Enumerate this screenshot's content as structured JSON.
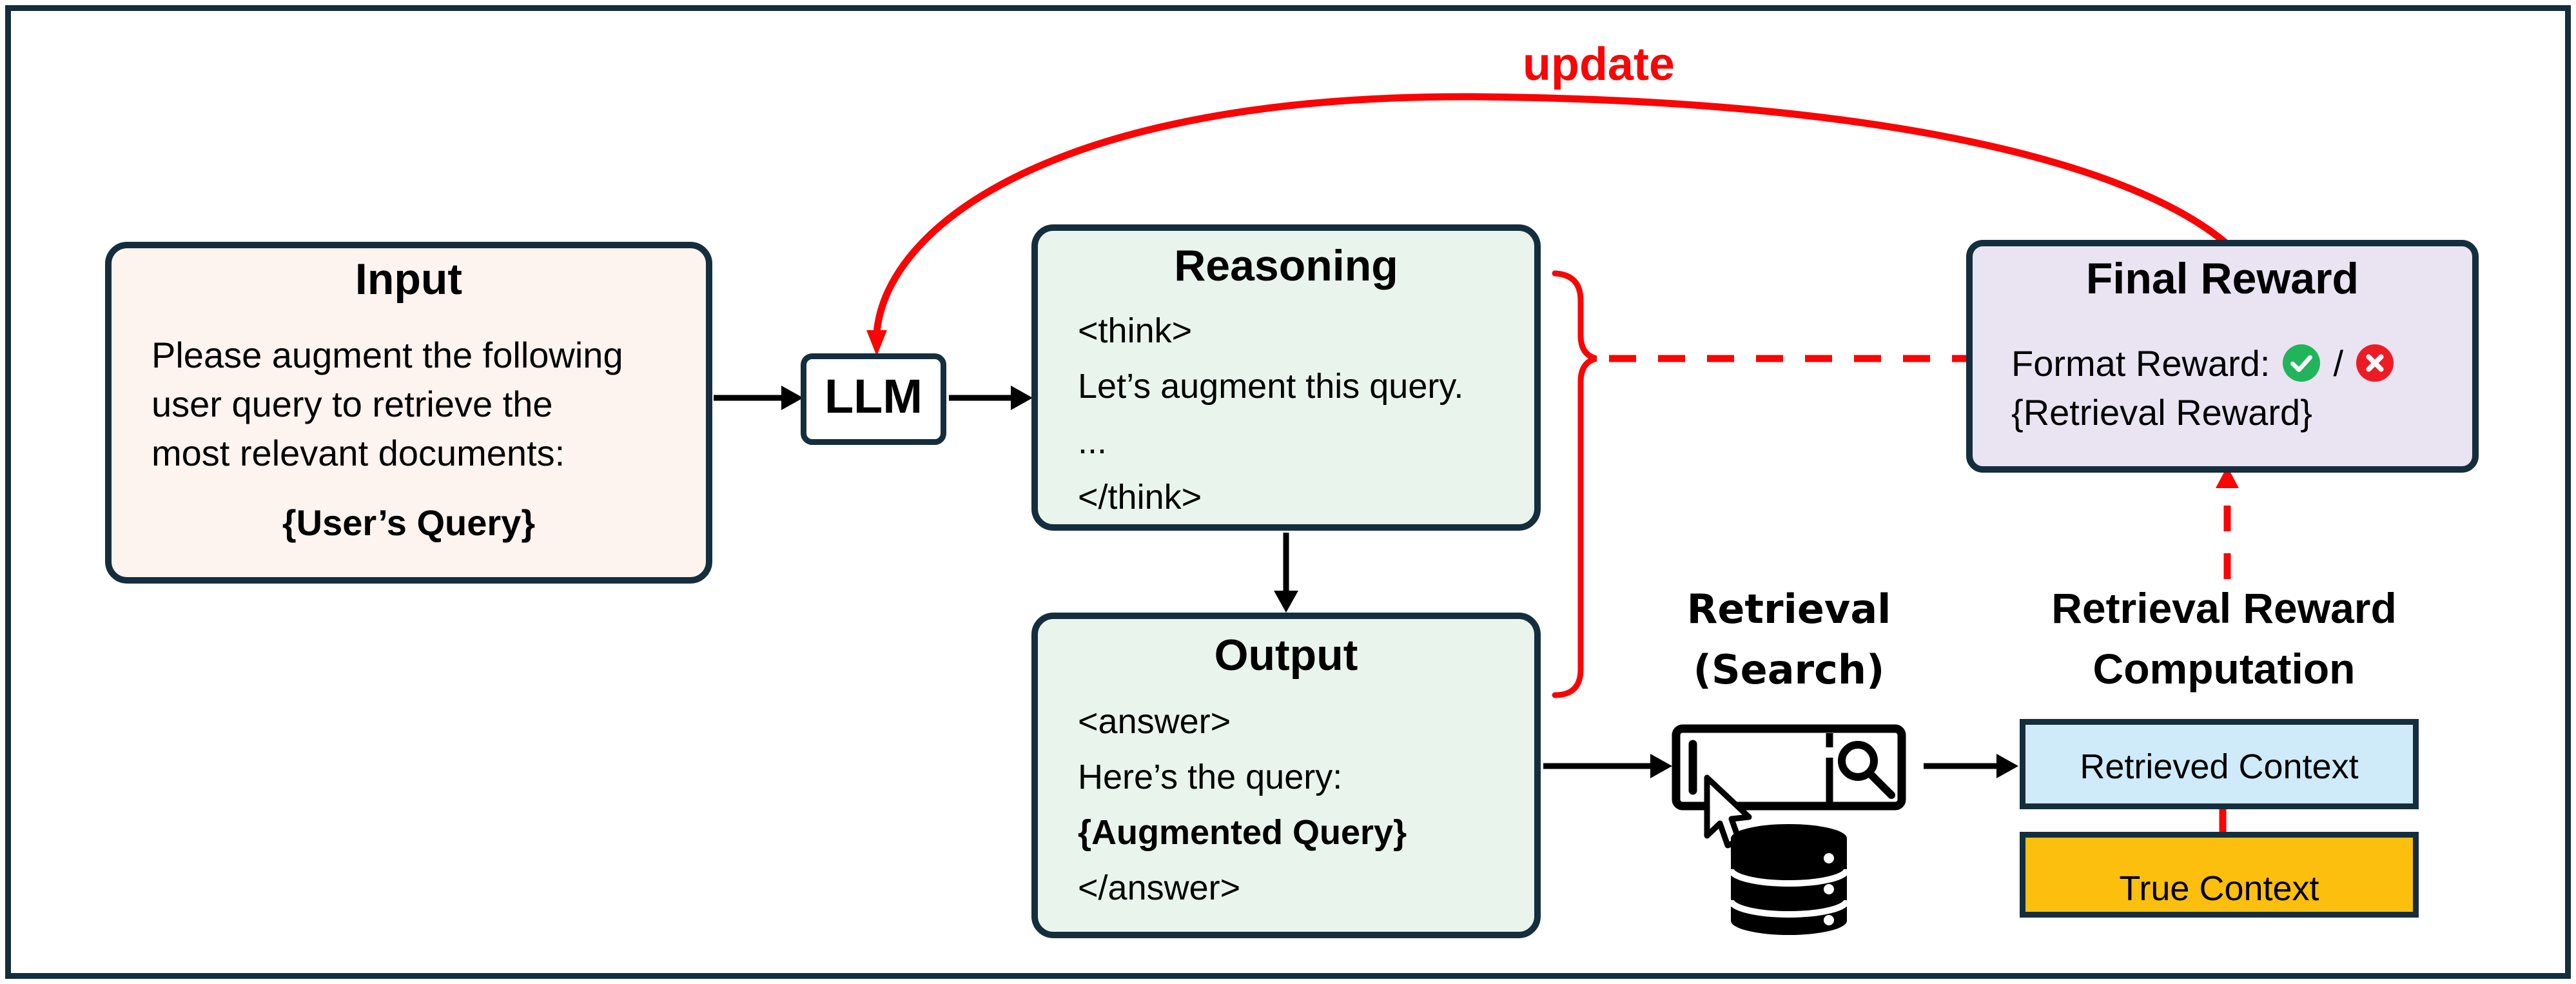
{
  "figure": {
    "update_label": "update",
    "input": {
      "title": "Input",
      "lines": [
        "Please augment the following",
        "user query to retrieve the",
        "most relevant documents:"
      ],
      "placeholder": "{User’s Query}"
    },
    "llm": {
      "label": "LLM"
    },
    "reasoning": {
      "title": "Reasoning",
      "lines": [
        "<think>",
        "Let’s augment this query.",
        "...",
        "</think>"
      ]
    },
    "output": {
      "title": "Output",
      "lines": [
        "<answer>",
        "Here’s the query:",
        "{Augmented Query}",
        "</answer>"
      ]
    },
    "final_reward": {
      "title": "Final Reward",
      "format_label": "Format Reward:",
      "separator": "/",
      "retrieval_label": "{Retrieval Reward}"
    },
    "retrieval": {
      "line1": "Retrieval",
      "line2": "(Search)"
    },
    "reward_computation": {
      "line1": "Retrieval Reward",
      "line2": "Computation"
    },
    "retrieved_context": "Retrieved Context",
    "true_context": "True Context",
    "colors": {
      "navy": "#142e3e",
      "red": "#f90505",
      "cream": "#fdf3ef",
      "mint": "#e8f4ec",
      "lavender": "#e9e3f2",
      "blue": "#cfeaf8",
      "amber": "#fcbf0e",
      "check_green": "#22b45a",
      "cross_red": "#ed1c24"
    },
    "icons": [
      "check-circle-icon",
      "x-circle-icon",
      "search-bar-icon",
      "mouse-cursor-icon",
      "database-icon",
      "curly-brace",
      "update-curve-arrow"
    ]
  }
}
